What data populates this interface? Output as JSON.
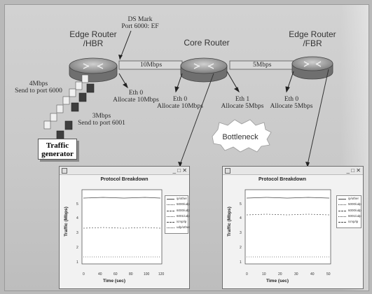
{
  "routers": {
    "hbr": "Edge Router\n/HBR",
    "core": "Core Router",
    "fbr": "Edge Router\n/FBR"
  },
  "links": {
    "hbr_core": "10Mbps",
    "core_fbr": "5Mbps"
  },
  "ds_mark": "DS Mark\nPort 6000: EF",
  "interfaces": {
    "hbr_eth0": "Eth 0\nAllocate 10Mbps",
    "core_eth0": "Eth 0\nAllocate 10Mbps",
    "core_eth1": "Eth 1\nAllocate 5Mbps",
    "fbr_eth0": "Eth 0\nAllocate 5Mbps"
  },
  "flows": {
    "flow1": "4Mbps\nSend to port 6000",
    "flow2": "3Mbps\nSend to port  6001"
  },
  "traffic_generator": "Traffic\ngenerator",
  "bottleneck": "Bottleneck",
  "plots": [
    {
      "title": "Protocol Breakdown",
      "ylabel": "Traffic  (Mbps)",
      "xlabel": "Time (sec)",
      "yticks": [
        "1",
        "2",
        "3",
        "4",
        "5"
      ],
      "xticks": [
        "0",
        "40",
        "60",
        "80",
        "100",
        "120"
      ],
      "legend": [
        "ip/other",
        "5000/udp",
        "6000/udp",
        "6001/udp",
        "icmp/ip",
        "udp/other"
      ],
      "win_ctrls": "_ □ ✕"
    },
    {
      "title": "Protocol Breakdown",
      "ylabel": "Traffic  (Mbps)",
      "xlabel": "Time (sec)",
      "yticks": [
        "1",
        "2",
        "3",
        "4",
        "5"
      ],
      "xticks": [
        "0",
        "10",
        "20",
        "30",
        "40",
        "50"
      ],
      "legend": [
        "ip/other",
        "5000/udp",
        "6000/udp",
        "6001/udp",
        "icmp/ip"
      ],
      "win_ctrls": "_ □ ✕"
    }
  ],
  "colors": {
    "slide": "#cbcbcb",
    "router_top": "#9a9a9a",
    "plot_bg": "#f4f4f4"
  }
}
